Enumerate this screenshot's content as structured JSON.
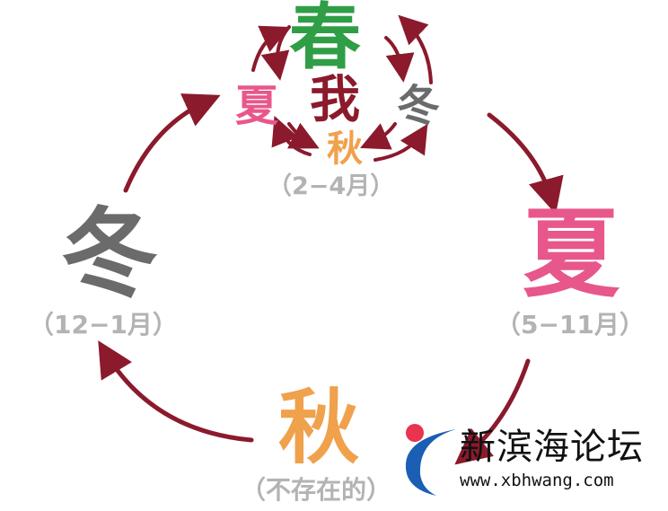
{
  "center": {
    "spring": "春",
    "summer": "夏",
    "winter": "冬",
    "autumn": "秋",
    "me": "我",
    "range": "（2−4月）"
  },
  "nodes": {
    "winter": {
      "label": "冬",
      "range": "（12−1月）"
    },
    "summer": {
      "label": "夏",
      "range": "（5−11月）"
    },
    "autumn": {
      "label": "秋",
      "range": "（不存在的）"
    }
  },
  "colors": {
    "spring": "#2f9e46",
    "summer": "#e8578c",
    "winter": "#6b6b6b",
    "autumn": "#f0a14c",
    "arrow": "#8b1a2c",
    "range": "#b3b3b3"
  },
  "watermark": {
    "title": "新滨海论坛",
    "url": "www.xbhwang.com",
    "logo_colors": [
      "#e8344e",
      "#1a5fb4"
    ]
  }
}
